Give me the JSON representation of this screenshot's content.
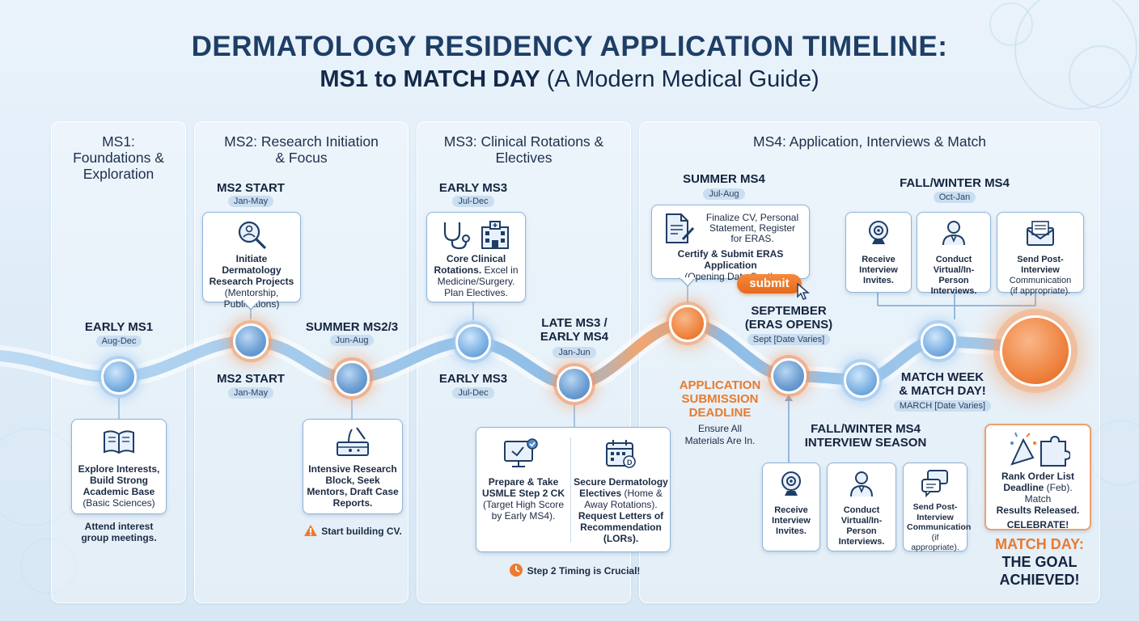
{
  "title": {
    "line1": "DERMATOLOGY RESIDENCY APPLICATION TIMELINE:",
    "line2_bold": "MS1 to MATCH DAY",
    "line2_rest": " (A Modern Medical Guide)"
  },
  "panels": {
    "ms1": "MS1: Foundations & Exploration",
    "ms2": "MS2: Research Initiation & Focus",
    "ms3": "MS3: Clinical Rotations & Electives",
    "ms4": "MS4: Application, Interviews & Match"
  },
  "milestones": {
    "early_ms1": {
      "title": "EARLY MS1",
      "date": "Aug-Dec"
    },
    "ms2_start_top": {
      "title": "MS2 START",
      "date": "Jan-May"
    },
    "ms2_start_bottom": {
      "title": "MS2 START",
      "date": "Jan-May"
    },
    "summer_ms23": {
      "title": "SUMMER MS2/3",
      "date": "Jun-Aug"
    },
    "early_ms3_top": {
      "title": "EARLY MS3",
      "date": "Jul-Dec"
    },
    "early_ms3_bottom": {
      "title": "EARLY MS3",
      "date": "Jul-Dec"
    },
    "late_ms3": {
      "title_l1": "LATE MS3 /",
      "title_l2": "EARLY MS4",
      "date": "Jan-Jun"
    },
    "summer_ms4": {
      "title": "SUMMER MS4",
      "date": "Jul-Aug"
    },
    "september": {
      "title_l1": "SEPTEMBER",
      "title_l2": "(ERAS OPENS)",
      "date": "Sept [Date Varies]"
    },
    "fall_winter_top": {
      "title": "FALL/WINTER MS4",
      "date": "Oct-Jan"
    },
    "fall_winter_season": {
      "title_l1": "FALL/WINTER MS4",
      "title_l2": "INTERVIEW SEASON"
    },
    "match_week": {
      "title_l1": "MATCH WEEK",
      "title_l2": "& MATCH DAY!",
      "date": "MARCH [Date Varies]"
    },
    "app_deadline": {
      "l1": "APPLICATION",
      "l2": "SUBMISSION",
      "l3": "DEADLINE",
      "sub_l1": "Ensure All",
      "sub_l2": "Materials Are In."
    },
    "match_day": {
      "l1": "MATCH DAY:",
      "l2": "THE GOAL",
      "l3": "ACHIEVED!"
    }
  },
  "cards": {
    "ms1_card": {
      "l1": "Explore Interests,",
      "l2": "Build Strong",
      "l3": "Academic Base",
      "l4": "(Basic Sciences)"
    },
    "ms1_note": {
      "l1": "Attend interest",
      "l2": "group meetings."
    },
    "ms2_card": {
      "l1": "Initiate Dermatology",
      "l2": "Research Projects",
      "l3": "(Mentorship,",
      "l4": "Publications)"
    },
    "summer_card": {
      "l1": "Intensive Research",
      "l2": "Block, Seek",
      "l3": "Mentors, Draft Case",
      "l4": "Reports."
    },
    "summer_note": "Start building CV.",
    "ms3_card": {
      "l1": "Core Clinical",
      "l2a": "Rotations.",
      "l2b": " Excel in",
      "l3": "Medicine/Surgery.",
      "l4": "Plan Electives."
    },
    "step2_card": {
      "l1": "Prepare & Take",
      "l2": "USMLE Step 2 CK",
      "l3": "(Target High Score",
      "l4": "by Early MS4)."
    },
    "electives_card": {
      "l1": "Secure Dermatology",
      "l2a": "Electives",
      "l2b": " (Home &",
      "l3": "Away Rotations).",
      "l4": "Request Letters of",
      "l5": "Recommendation",
      "l6": "(LORs)."
    },
    "step2_note": "Step 2 Timing is Crucial!",
    "eras_card": {
      "l1": "Finalize CV, Personal",
      "l2": "Statement, Register",
      "l3": "for ERAS.",
      "l4": "Certify & Submit ERAS Application",
      "l5": "(Opening Date Sept)."
    },
    "submit_label": "submit",
    "top_invites": {
      "l1": "Receive",
      "l2": "Interview",
      "l3": "Invites."
    },
    "top_conduct": {
      "l1": "Conduct",
      "l2": "Virtual/In-Person",
      "l3": "Interviews."
    },
    "top_send": {
      "l1": "Send Post-Interview",
      "l2": "Communication",
      "l3": "(if appropriate)."
    },
    "bot_invites": {
      "l1": "Receive",
      "l2": "Interview",
      "l3": "Invites."
    },
    "bot_conduct": {
      "l1": "Conduct",
      "l2": "Virtual/In-Person",
      "l3": "Interviews."
    },
    "bot_send": {
      "l1": "Send Post-",
      "l2": "Interview",
      "l3": "Communication",
      "l4": "(if appropriate)."
    },
    "rank_card": {
      "l1": "Rank Order List",
      "l2a": "Deadline",
      "l2b": " (Feb). Match",
      "l3": "Results Released.",
      "l4": "CELEBRATE!"
    }
  },
  "colors": {
    "accent_orange": "#e87a2e",
    "accent_blue": "#4f8ccc",
    "title_navy": "#1e3e66"
  }
}
